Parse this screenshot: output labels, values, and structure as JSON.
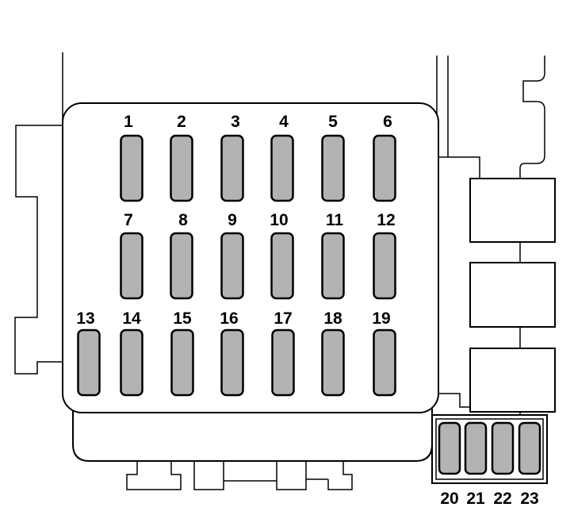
{
  "diagram": {
    "colors": {
      "fuse_fill": "#b3b3b3",
      "line": "#000000",
      "background": "#ffffff"
    },
    "main_panel": {
      "rows": [
        [
          "1",
          "2",
          "3",
          "4",
          "5",
          "6"
        ],
        [
          "7",
          "8",
          "9",
          "10",
          "11",
          "12"
        ],
        [
          "13",
          "14",
          "15",
          "16",
          "17",
          "18",
          "19"
        ]
      ]
    },
    "sub_panel": {
      "fuses": [
        "20",
        "21",
        "22",
        "23"
      ]
    },
    "relays": [
      "relay-1",
      "relay-2",
      "relay-3"
    ]
  }
}
